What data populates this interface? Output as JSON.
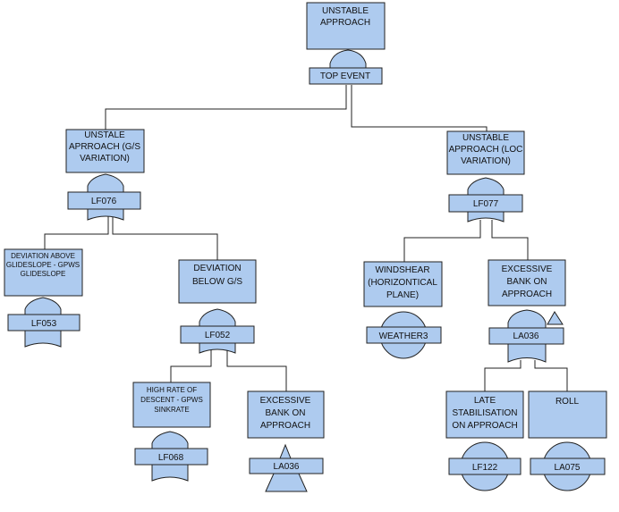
{
  "nodes": {
    "top": {
      "lines": [
        "UNSTABLE",
        "APPROACH"
      ],
      "tag": "TOP EVENT"
    },
    "gs": {
      "lines": [
        "UNSTALE",
        "APRROACH (G/S",
        "VARIATION)"
      ],
      "tag": "LF076"
    },
    "loc": {
      "lines": [
        "UNSTABLE",
        "APPROACH (LOC",
        "VARIATION)"
      ],
      "tag": "LF077"
    },
    "dev_above": {
      "lines": [
        "DEVIATION ABOVE",
        "GLIDESLOPE - GPWS",
        "GLIDESLOPE"
      ],
      "tag": "LF053"
    },
    "dev_below": {
      "lines": [
        "DEVIATION",
        "BELOW G/S"
      ],
      "tag": "LF052"
    },
    "high_rate": {
      "lines": [
        "HIGH RATE OF",
        "DESCENT - GPWS",
        "SINKRATE"
      ],
      "tag": "LF068"
    },
    "bank_left": {
      "lines": [
        "EXCESSIVE",
        "BANK ON",
        "APPROACH"
      ],
      "tag": "LA036"
    },
    "windshear": {
      "lines": [
        "WINDSHEAR",
        "(HORIZONTICAL",
        "PLANE)"
      ],
      "tag": "WEATHER3"
    },
    "bank_right": {
      "lines": [
        "EXCESSIVE",
        "BANK ON",
        "APPROACH"
      ],
      "tag": "LA036"
    },
    "late_stab": {
      "lines": [
        "LATE",
        "STABILISATION",
        "ON APPROACH"
      ],
      "tag": "LF122"
    },
    "roll": {
      "lines": [
        "ROLL"
      ],
      "tag": "LA075"
    }
  }
}
